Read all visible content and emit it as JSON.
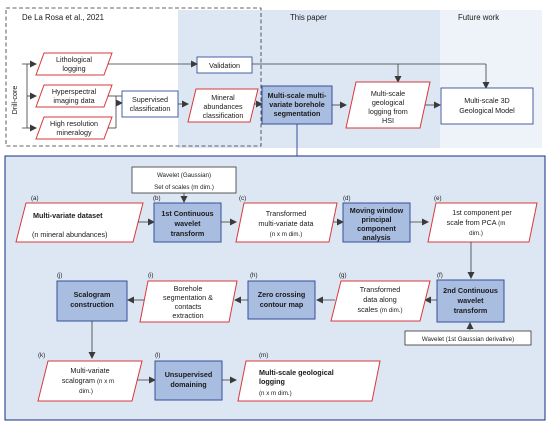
{
  "headers": {
    "previous_work": "De La Rosa et al., 2021",
    "this_paper": "This paper",
    "future_work": "Future work",
    "drill_core": "Drill-core"
  },
  "top_flow": {
    "lithological_logging": [
      "Lithological",
      "logging"
    ],
    "hyperspectral_imaging_data": [
      "Hyperspectral",
      "imaging data"
    ],
    "high_resolution_mineralogy": [
      "High resolution",
      "mineralogy"
    ],
    "supervised_classification": [
      "Supervised",
      "classification"
    ],
    "mineral_abundances_classification": [
      "Mineral",
      "abundances",
      "classification"
    ],
    "validation": "Validation",
    "multiscale_segmentation": [
      "Multi-scale multi-",
      "variate borehole",
      "segmentation"
    ],
    "multiscale_geological_logging": [
      "Multi-scale",
      "geological",
      "logging from",
      "HSI"
    ],
    "multiscale_3d_model": [
      "Multi-scale 3D",
      "Geological Model"
    ]
  },
  "workflow": {
    "wavelet_gaussian": "Wavelet (Gaussian)",
    "set_of_scales": "Set of scales (m dim.)",
    "wavelet_1st_derivative": "Wavelet (1st Gaussian derivative)",
    "steps": {
      "a": {
        "letter": "(a)",
        "title": "Multi-variate dataset",
        "sub": "(n mineral abundances)"
      },
      "b": {
        "letter": "(b)",
        "lines": [
          "1st Continuous",
          "wavelet",
          "transform"
        ]
      },
      "c": {
        "letter": "(c)",
        "lines": [
          "Transformed",
          "multi-variate data"
        ],
        "sub": "(n x m dim.)"
      },
      "d": {
        "letter": "(d)",
        "lines": [
          "Moving window",
          "principal",
          "component",
          "analysis"
        ]
      },
      "e": {
        "letter": "(e)",
        "lines": [
          "1st component per",
          "scale from PCA"
        ],
        "sub": "(m",
        "sub2": "dim.)"
      },
      "f": {
        "letter": "(f)",
        "lines": [
          "2nd Continuous",
          "wavelet",
          "transform"
        ]
      },
      "g": {
        "letter": "(g)",
        "lines": [
          "Transformed",
          "data along",
          "scales"
        ],
        "sub": "(m dim.)"
      },
      "h": {
        "letter": "(h)",
        "lines": [
          "Zero crossing",
          "contour map"
        ]
      },
      "i": {
        "letter": "(i)",
        "lines": [
          "Borehole",
          "segmentation &",
          "contacts",
          "extraction"
        ]
      },
      "j": {
        "letter": "(j)",
        "lines": [
          "Scalogram",
          "construction"
        ]
      },
      "k": {
        "letter": "(k)",
        "lines": [
          "Multi-variate",
          "scalogram"
        ],
        "sub": "(n x m",
        "sub2": "dim.)"
      },
      "l": {
        "letter": "(l)",
        "lines": [
          "Unsupervised",
          "domaining"
        ]
      },
      "m": {
        "letter": "(m)",
        "title": "Multi-scale geological",
        "title2": "logging",
        "sub": "(n x m dim.)"
      }
    }
  },
  "colors": {
    "io_border": "#d9383a",
    "process_fill": "#a9bde0",
    "process_border": "#35509a",
    "panel_fill": "#dde7f4",
    "panel_border": "#2a3f8f",
    "arrow": "#3a3a3a"
  }
}
